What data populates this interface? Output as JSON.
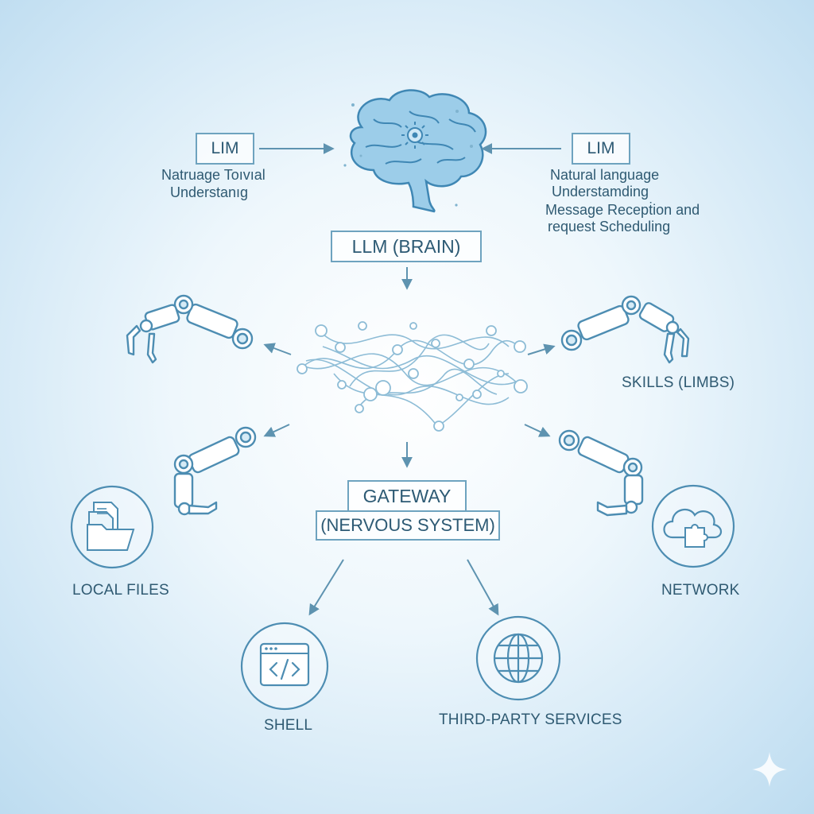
{
  "top_left": {
    "box": "LIM",
    "lines": [
      "Natruage Toıvıal",
      "Understanıg"
    ]
  },
  "top_right": {
    "box": "LIM",
    "lines": [
      "Natural language",
      "Understamding",
      "Message Recepṫion and",
      "request Scheduling"
    ]
  },
  "center": {
    "brain_box": "LLM (BRAIN)",
    "gateway_line1": "GATEWAY",
    "gateway_line2": "(NERVOUS SYSTEM)"
  },
  "labels": {
    "skills": "SKILLS (LIMBS)",
    "local_files": "LOCAL FILES",
    "network": "NETWORK",
    "shell": "SHELL",
    "third_party": "THIRD-PARTY SERVICES"
  },
  "icons": {
    "brain": "brain-icon",
    "network": "neural-network-icon",
    "arm": "robotic-arm-icon",
    "files": "folder-files-icon",
    "cloud": "cloud-puzzle-icon",
    "shell": "code-window-icon",
    "globe": "globe-icon",
    "sparkle": "sparkle-icon"
  },
  "colors": {
    "line": "#5e93b0",
    "brain_fill": "#8cc4e6",
    "brain_stroke": "#3f87b4"
  }
}
